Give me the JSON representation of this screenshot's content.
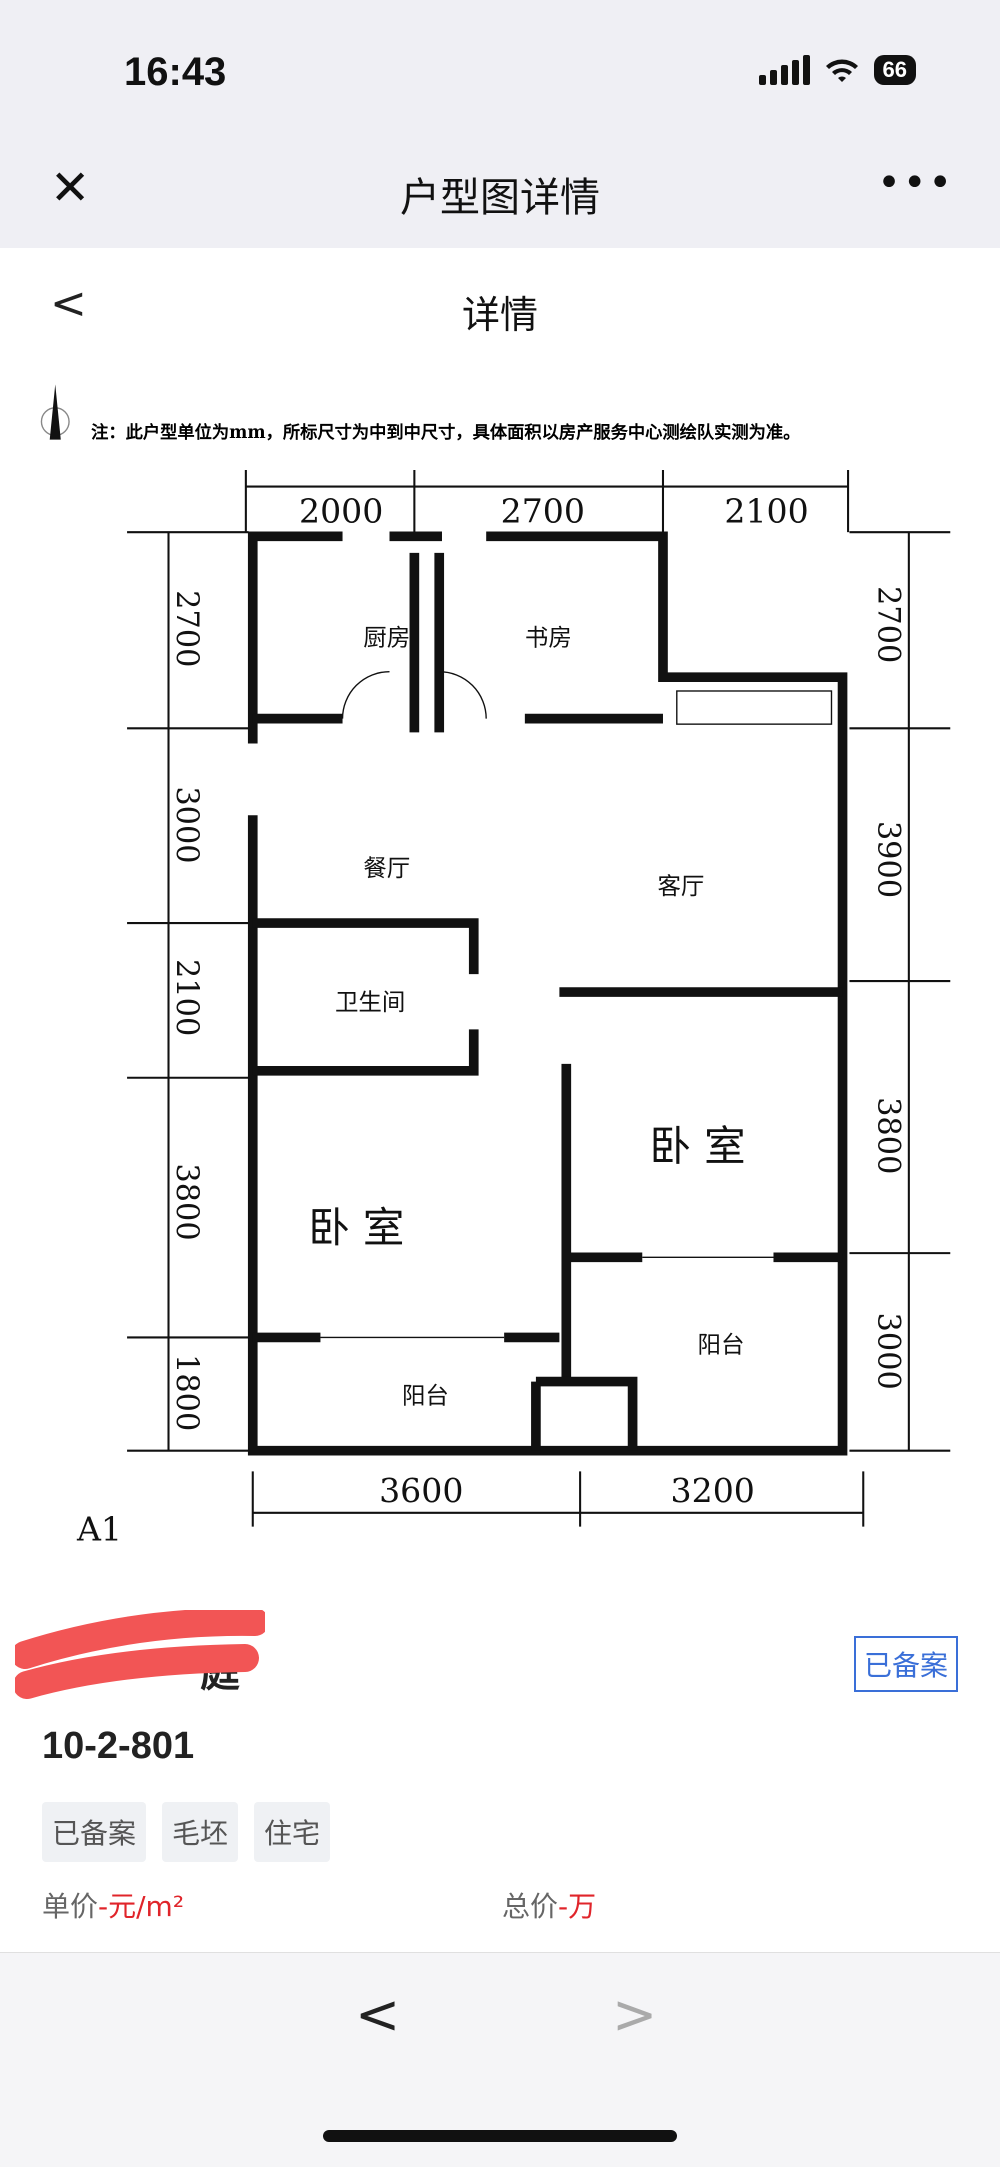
{
  "status_bar": {
    "time": "16:43",
    "battery": "66"
  },
  "navbar": {
    "title": "户型图详情",
    "close_icon": "close-icon",
    "more_icon": "more-dots-icon"
  },
  "subheader": {
    "title": "详情",
    "back_icon": "chevron-left-icon"
  },
  "floor_plan": {
    "note": "注：此户型单位为mm，所标尺寸为中到中尺寸，具体面积以房产服务中心测绘队实测为准。",
    "label": "A1",
    "top_dims": [
      "2000",
      "2700",
      "2100"
    ],
    "bottom_dims": [
      "3600",
      "3200"
    ],
    "left_dims": [
      "2700",
      "3000",
      "2100",
      "3800",
      "1800"
    ],
    "right_dims": [
      "2700",
      "3900",
      "3800",
      "3000"
    ],
    "rooms": {
      "kitchen": "厨房",
      "study": "书房",
      "dining": "餐厅",
      "living": "客厅",
      "bathroom": "卫生间",
      "bedroom1": "卧 室",
      "bedroom2": "卧 室",
      "balcony1": "阳台",
      "balcony2": "阳台"
    }
  },
  "listing": {
    "name_visible": "庭",
    "filed_badge": "已备案",
    "unit": "10-2-801",
    "tags": [
      "已备案",
      "毛坯",
      "住宅"
    ],
    "unit_price_label": "单价",
    "unit_price_value": "-元/m²",
    "total_price_label": "总价",
    "total_price_value": "-万"
  },
  "bottom_nav": {
    "prev_icon": "chevron-left-icon",
    "next_icon": "chevron-right-icon"
  },
  "colors": {
    "accent_blue": "#3a6fd8",
    "price_red": "#e0242a",
    "redaction": "#f25555"
  }
}
